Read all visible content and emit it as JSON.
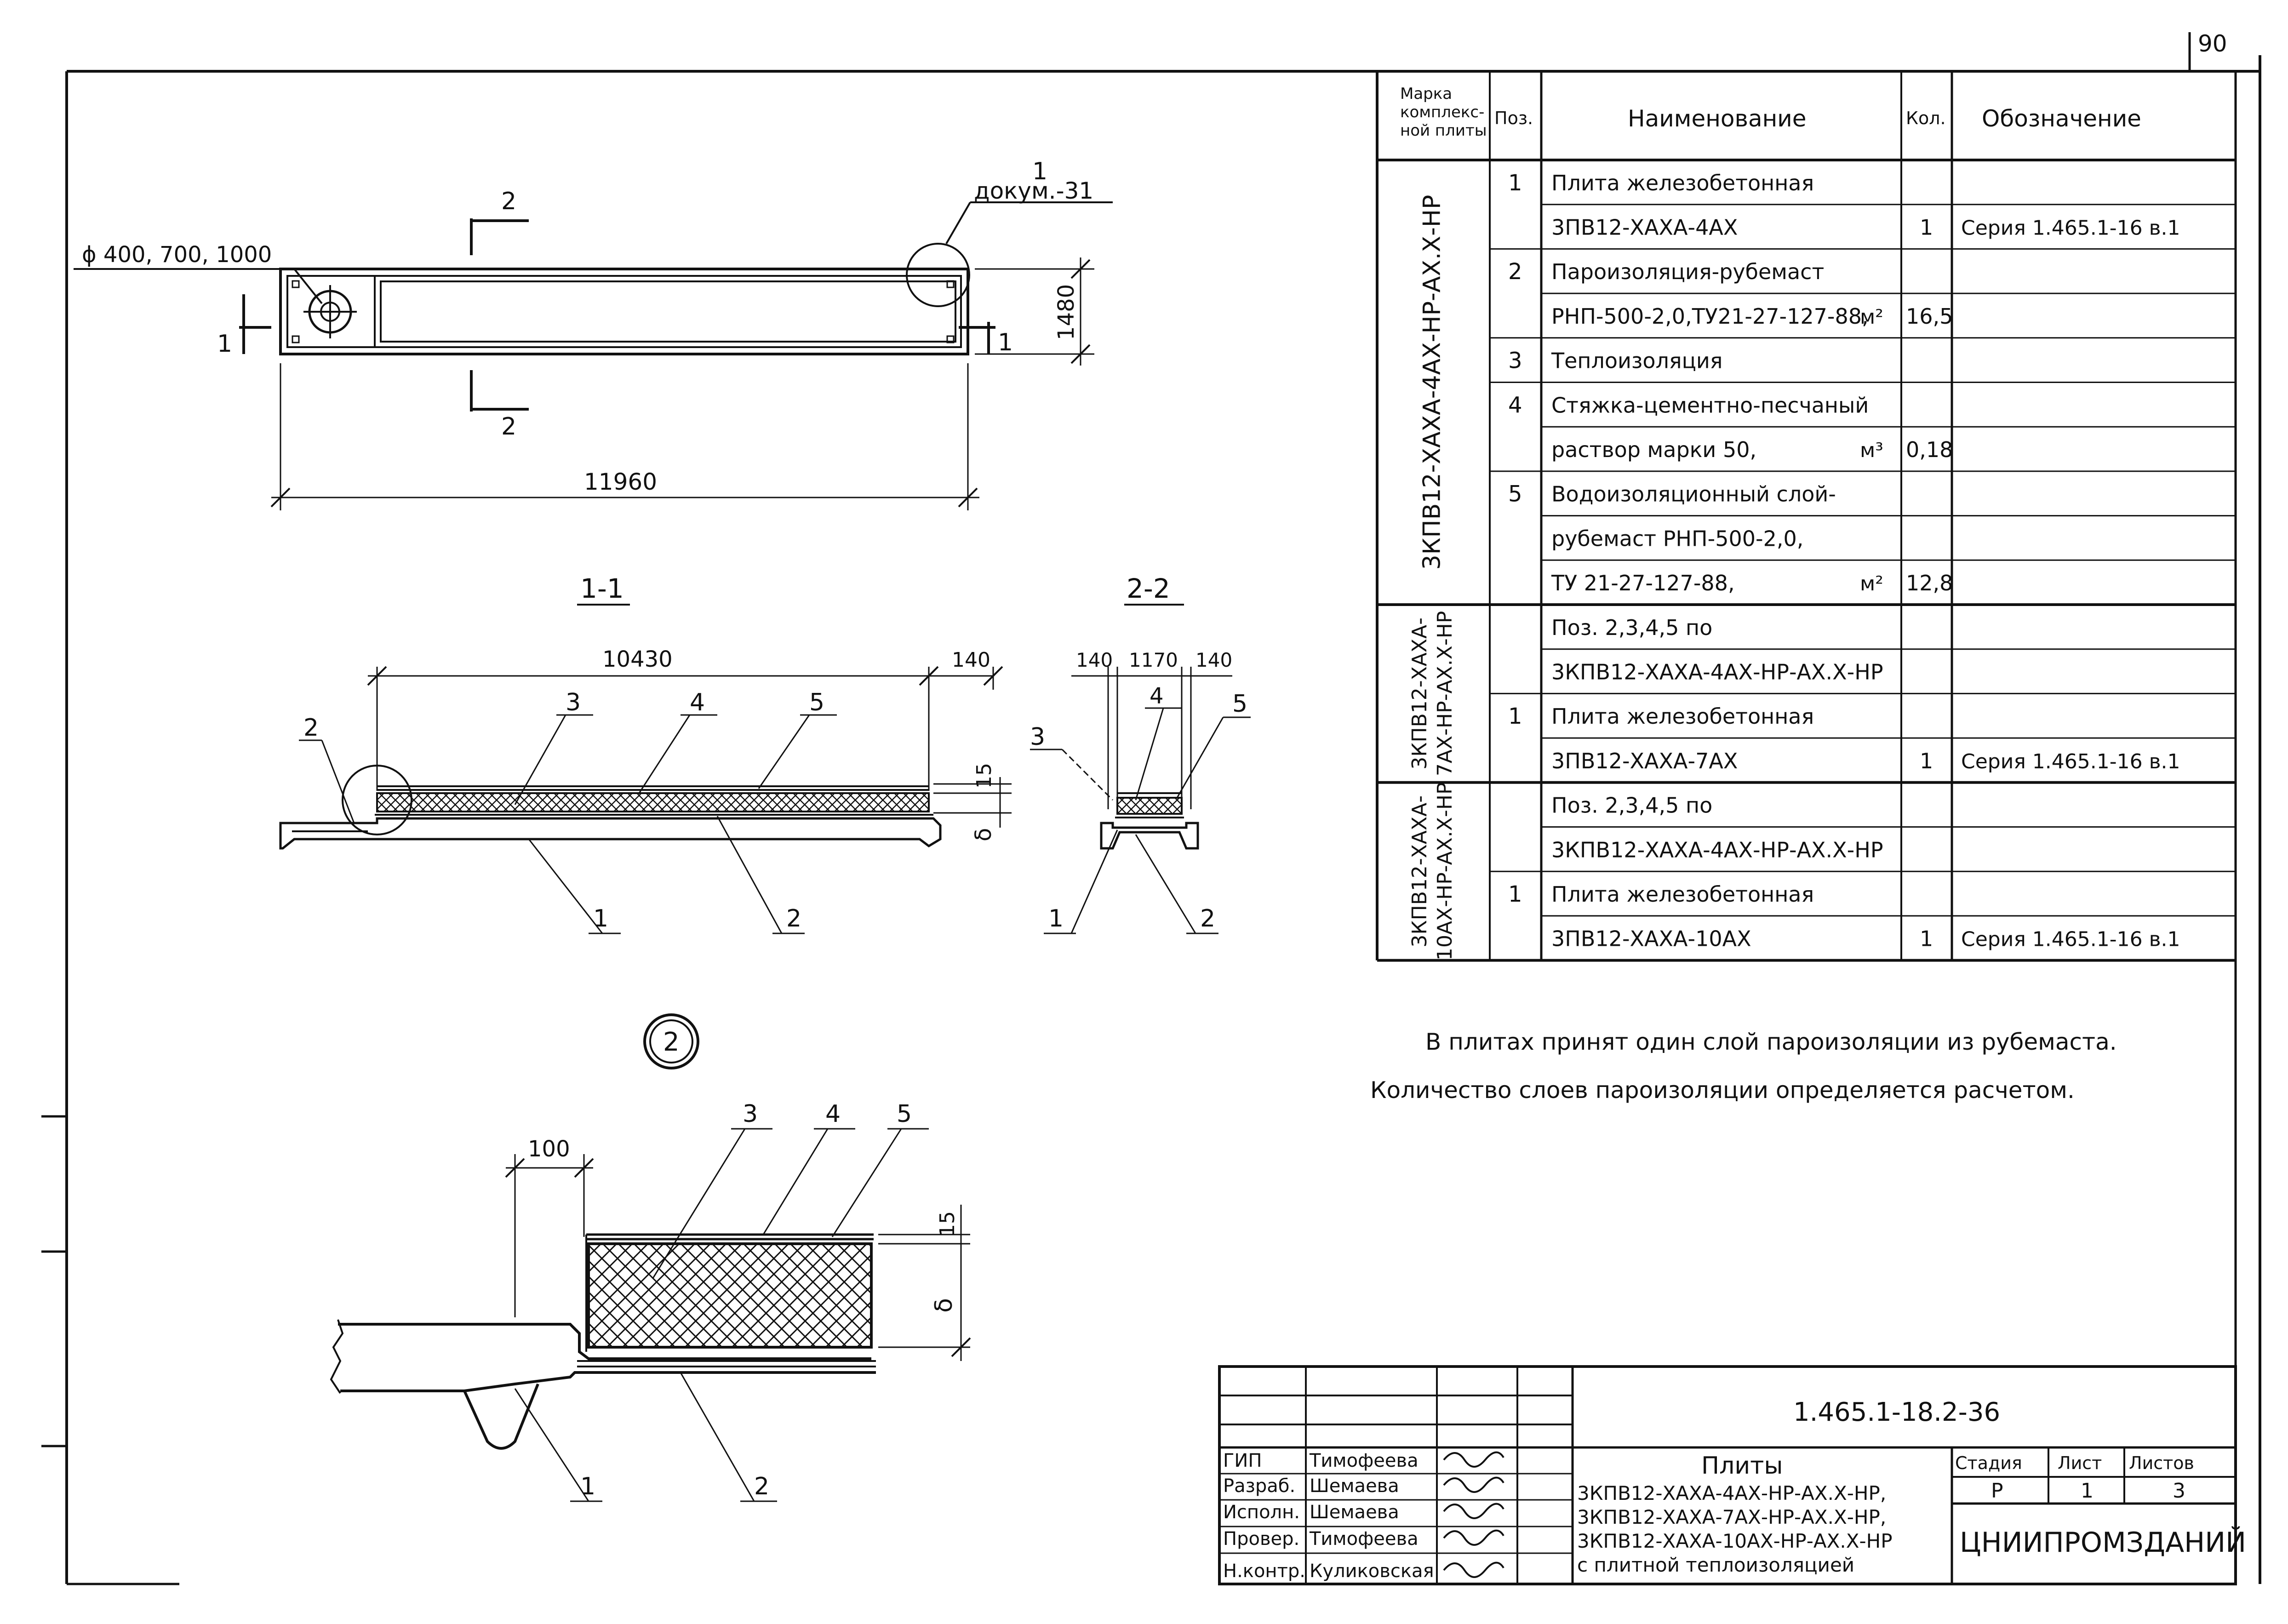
{
  "sheet_number": "90",
  "header": {
    "mark": "Марка комплекс-ной плиты",
    "mark_lines": [
      "Марка",
      "комплекс-",
      "ной плиты"
    ],
    "pos": "Поз.",
    "name": "Наименование",
    "qty": "Кол.",
    "designation": "Обозначение"
  },
  "groups": [
    "3КПВ12-ХАХА-4АХ-НР-АХ.Х-НР",
    "3КПВ12-ХАХА-7АХ-НР-АХ.Х-НР",
    "3КПВ12-ХАХА-10АХ-НР-АХ.Х-НР"
  ],
  "group_lines": [
    [
      "3КПВ12-ХАХА-4АХ-НР-АХ.Х-НР"
    ],
    [
      "3КПВ12-ХАХА-",
      "7АХ-НР-АХ.Х-НР"
    ],
    [
      "3КПВ12-ХАХА-",
      "10АХ-НР-АХ.Х-НР"
    ]
  ],
  "rows": [
    {
      "pos": "1",
      "name": "Плита железобетонная",
      "qty": "",
      "des": ""
    },
    {
      "pos": "",
      "name": "3ПВ12-ХАХА-4АХ",
      "qty": "1",
      "des": "Серия 1.465.1-16 в.1"
    },
    {
      "pos": "2",
      "name": "Пароизоляция-рубемаст",
      "qty": "",
      "des": ""
    },
    {
      "pos": "",
      "name": "РНП-500-2,0,ТУ21-27-127-88,",
      "unit": "м²",
      "qty": "16,5",
      "des": ""
    },
    {
      "pos": "3",
      "name": "Теплоизоляция",
      "qty": "",
      "des": ""
    },
    {
      "pos": "4",
      "name": "Стяжка-цементно-песчаный",
      "qty": "",
      "des": ""
    },
    {
      "pos": "",
      "name": "раствор марки 50,",
      "unit": "м³",
      "qty": "0,18",
      "des": ""
    },
    {
      "pos": "5",
      "name": "Водоизоляционный слой-",
      "qty": "",
      "des": ""
    },
    {
      "pos": "",
      "name": "рубемаст РНП-500-2,0,",
      "qty": "",
      "des": ""
    },
    {
      "pos": "",
      "name": "ТУ 21-27-127-88,",
      "unit": "м²",
      "qty": "12,8",
      "des": ""
    },
    {
      "pos": "",
      "name": "Поз. 2,3,4,5 по",
      "qty": "",
      "des": ""
    },
    {
      "pos": "",
      "name": "3КПВ12-ХАХА-4АХ-НР-АХ.Х-НР",
      "qty": "",
      "des": ""
    },
    {
      "pos": "1",
      "name": "Плита железобетонная",
      "qty": "",
      "des": ""
    },
    {
      "pos": "",
      "name": "3ПВ12-ХАХА-7АХ",
      "qty": "1",
      "des": "Серия 1.465.1-16 в.1"
    },
    {
      "pos": "",
      "name": "Поз. 2,3,4,5 по",
      "qty": "",
      "des": ""
    },
    {
      "pos": "",
      "name": "3КПВ12-ХАХА-4АХ-НР-АХ.Х-НР",
      "qty": "",
      "des": ""
    },
    {
      "pos": "1",
      "name": "Плита железобетонная",
      "qty": "",
      "des": ""
    },
    {
      "pos": "",
      "name": "3ПВ12-ХАХА-10АХ",
      "qty": "1",
      "des": "Серия 1.465.1-16 в.1"
    }
  ],
  "note_lines": [
    "В плитах принят один слой пароизоляции из рубемаста.",
    "Количество слоев пароизоляции определяется расчетом."
  ],
  "plan": {
    "section2": "2",
    "section1": "1",
    "detail_number": "1",
    "detail_ref": "докум.-31",
    "diameter": "ϕ 400, 700, 1000",
    "width": "1480",
    "length": "11960"
  },
  "section_1_1": {
    "title": "1-1",
    "length": "10430",
    "edge": "140",
    "t15": "15",
    "delta": "δ",
    "labels": [
      "1",
      "2",
      "3",
      "4",
      "5"
    ],
    "detail_marker": "2"
  },
  "section_2_2": {
    "title": "2-2",
    "d1": "140",
    "d2": "1170",
    "d3": "140",
    "labels": [
      "1",
      "2",
      "3",
      "4",
      "5"
    ]
  },
  "detail": {
    "number": "2",
    "dim100": "100",
    "t15": "15",
    "delta": "δ",
    "labels": [
      "1",
      "2",
      "3",
      "4",
      "5"
    ]
  },
  "stamp": {
    "code": "1.465.1-18.2-36",
    "roles": [
      "ГИП",
      "Разраб.",
      "Исполн.",
      "Провер.",
      "Н.контр."
    ],
    "names": [
      "Тимофеева",
      "Шемаева",
      "Шемаева",
      "Тимофеева",
      "Куликовская"
    ],
    "title": "Плиты",
    "title_lines": [
      "3КПВ12-ХАХА-4АХ-НР-АХ.Х-НР,",
      "3КПВ12-ХАХА-7АХ-НР-АХ.Х-НР,",
      "3КПВ12-ХАХА-10АХ-НР-АХ.Х-НР",
      "с плитной теплоизоляцией"
    ],
    "stage_label": "Стадия",
    "sheet_label": "Лист",
    "sheets_label": "Листов",
    "stage": "Р",
    "sheet": "1",
    "sheets": "3",
    "org": "ЦНИИПРОМЗДАНИЙ"
  }
}
